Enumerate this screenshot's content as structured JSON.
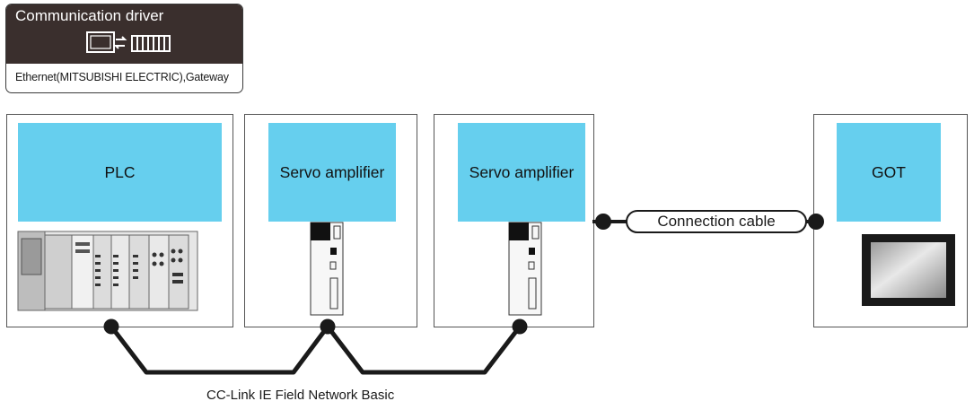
{
  "driver": {
    "title": "Communication driver",
    "protocols": "Ethernet(MITSUBISHI ELECTRIC),Gateway"
  },
  "devices": {
    "plc": "PLC",
    "servo1": "Servo amplifier",
    "servo2": "Servo amplifier",
    "got": "GOT"
  },
  "connection_cable": "Connection cable",
  "network_label": "CC-Link IE Field Network Basic",
  "colors": {
    "label_fill": "#66cfee",
    "driver_header": "#3a2f2d",
    "cable": "#1a1a1a"
  }
}
